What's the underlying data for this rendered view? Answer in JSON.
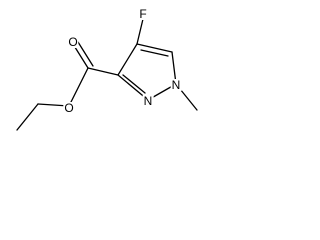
{
  "molecule": {
    "atoms": {
      "fluorine": "F",
      "carbonyl_oxygen": "O",
      "ester_oxygen": "O",
      "ring_nitrogen_2": "N",
      "ring_nitrogen_1": "N"
    }
  },
  "colors": {
    "bond": "#000000",
    "text": "#000000",
    "background": "#ffffff"
  }
}
